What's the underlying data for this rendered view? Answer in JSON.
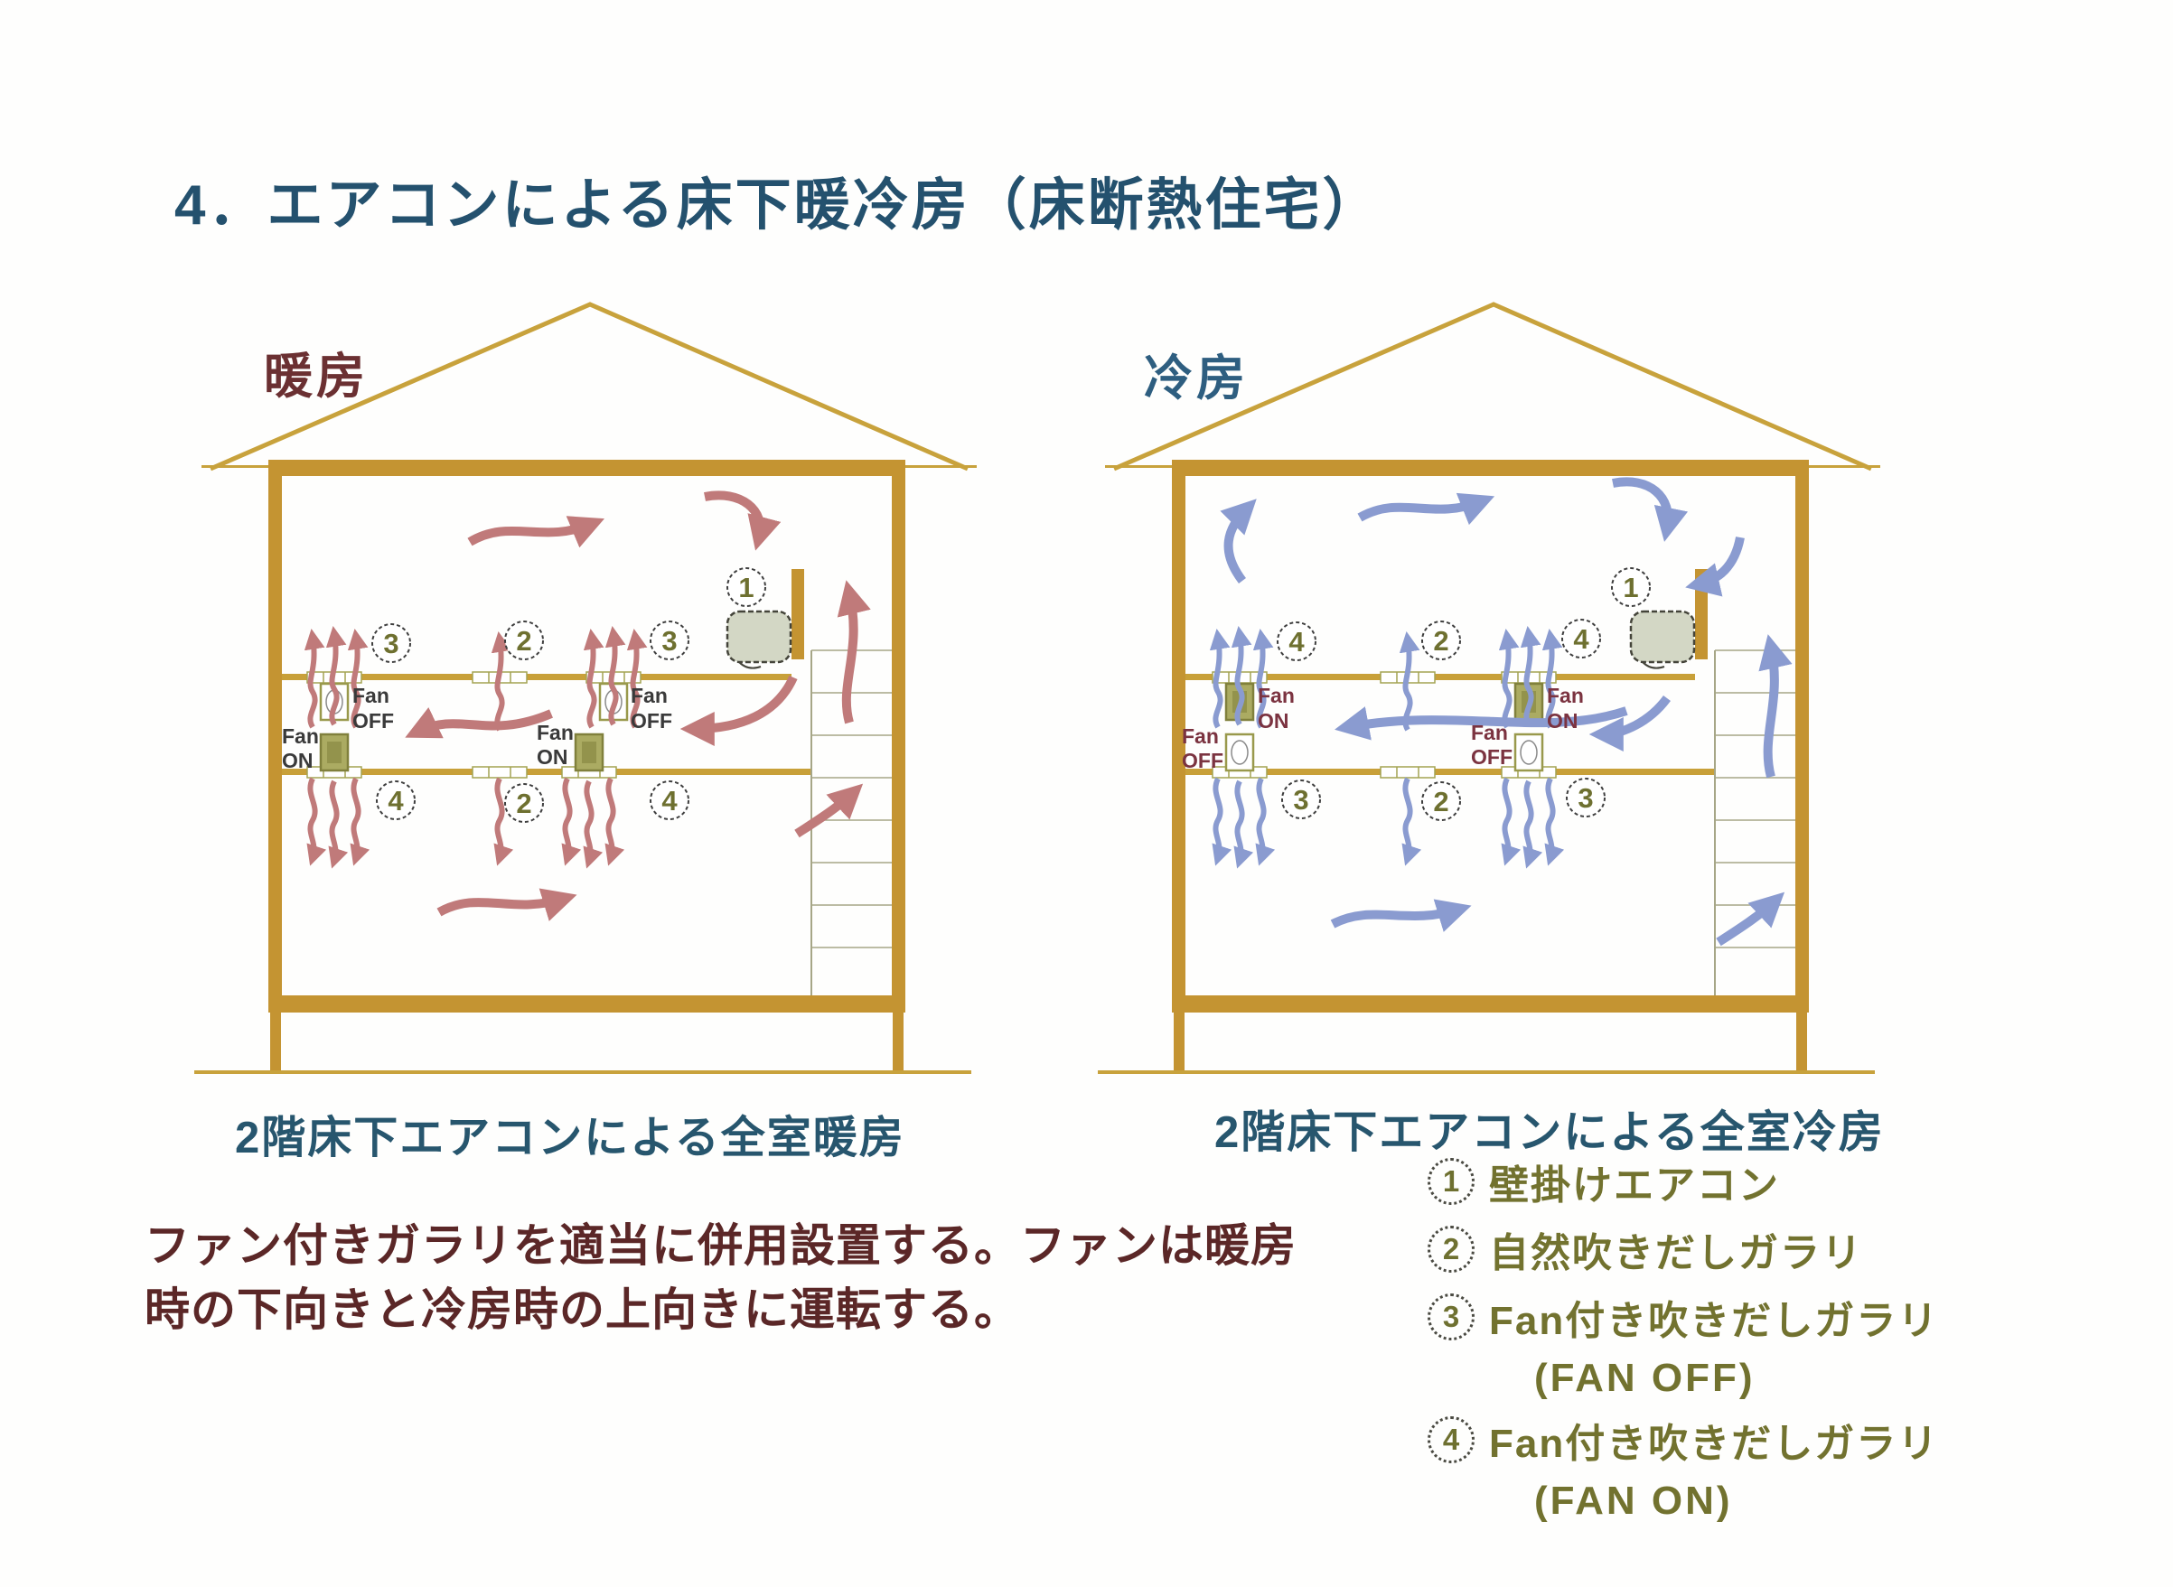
{
  "title": "4．エアコンによる床下暖冷房（床断熱住宅）",
  "heating": {
    "mode_label": "暖房",
    "caption": "2階床下エアコンによる全室暖房"
  },
  "cooling": {
    "mode_label": "冷房",
    "caption": "2階床下エアコンによる全室冷房"
  },
  "fan_labels": {
    "fan": "Fan",
    "on": "ON",
    "off": "OFF"
  },
  "callouts": {
    "ac": "1",
    "natural": "2",
    "fan_off": "3",
    "fan_on": "4"
  },
  "note": {
    "line1": "ファン付きガラリを適当に併用設置する。ファンは暖房",
    "line2": "時の下向きと冷房時の上向きに運転する。"
  },
  "legend": {
    "items": [
      {
        "num": "1",
        "label": "壁掛けエアコン",
        "sub": ""
      },
      {
        "num": "2",
        "label": "自然吹きだしガラリ",
        "sub": ""
      },
      {
        "num": "3",
        "label": "Fan付き吹きだしガラリ",
        "sub": "(FAN OFF)"
      },
      {
        "num": "4",
        "label": "Fan付き吹きだしガラリ",
        "sub": "(FAN ON)"
      }
    ]
  },
  "colors": {
    "structure_tan": "#c49432",
    "floor_line": "#c8a039",
    "heating_arrow": "#c07a7a",
    "cooling_arrow": "#8a9bd0",
    "title_blue": "#24516e",
    "maroon_text": "#5b2727",
    "legend_olive": "#72722f"
  }
}
